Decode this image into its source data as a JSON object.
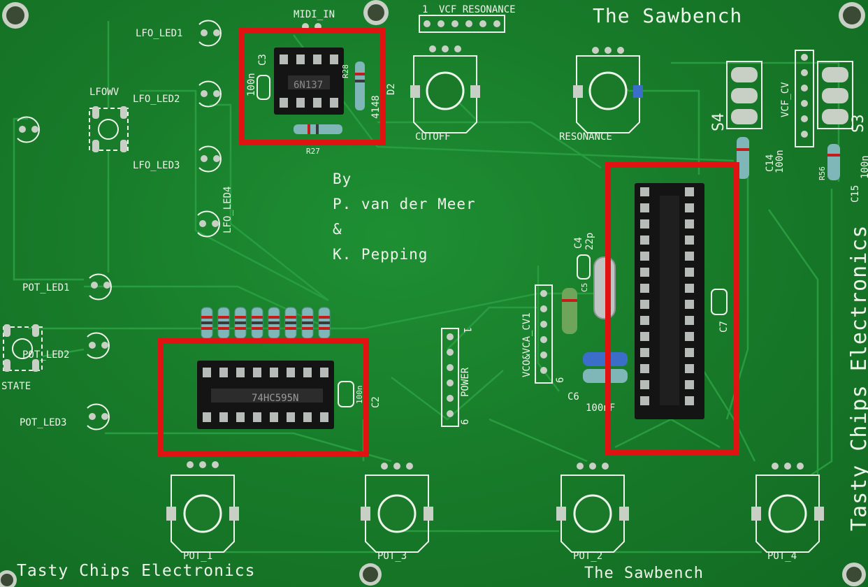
{
  "board": {
    "title_top": "The Sawbench",
    "title_bottom": "The Sawbench",
    "brand_bottom": "Tasty Chips Electronics",
    "brand_side": "Tasty Chips Electronics",
    "credits": {
      "line1": "By",
      "line2": "P. van der Meer",
      "line3": "&",
      "line4": "K. Pepping"
    }
  },
  "labels": {
    "midi_in": "MIDI_IN",
    "vcf_resonance": "VCF_RESONANCE",
    "vcf_resonance_pin": "1",
    "c3": "C3",
    "c3_val": "100n",
    "r28": "R28",
    "d2": "D2",
    "d2_val": "4148",
    "r27": "R27",
    "ic_6n137": "6N137",
    "cutoff": "CUTOFF",
    "resonance": "RESONANCE",
    "s4": "S4",
    "s3": "S3",
    "vcf_cv": "VCF_CV",
    "c14": "C14",
    "c14_val": "100n",
    "c15": "C15",
    "c15_val": "100n",
    "r56": "R56",
    "lfo_led1": "LFO_LED1",
    "lfo_led2": "LFO_LED2",
    "lfo_led3": "LFO_LED3",
    "lfo_led4": "LFO_LED4",
    "lfowv": "LFOWV",
    "pot_led1": "POT_LED1",
    "pot_led2": "POT_LED2",
    "pot_led3": "POT_LED3",
    "state": "STATE",
    "ic_74hc595": "74HC595N",
    "c2": "C2",
    "c2_val": "100n",
    "power": "POWER",
    "power_pin1": "1",
    "power_pin6": "6",
    "vco_vca_cv1": "VCO&VCA_CV1",
    "vco_pin6": "6",
    "c4": "C4",
    "c4_val": "22p",
    "c5": "C5",
    "c6": "C6",
    "c6_val": "100nF",
    "c7": "C7",
    "pot_1": "POT_1",
    "pot_2": "POT_2",
    "pot_3": "POT_3",
    "pot_4": "POT_4"
  },
  "colors": {
    "pcb": "#187c2a",
    "silkscreen": "#eef5ea",
    "highlight": "#e11212",
    "socket": "#141414"
  },
  "highlights": [
    "6N137 socket",
    "74HC595N socket",
    "28-pin socket"
  ]
}
